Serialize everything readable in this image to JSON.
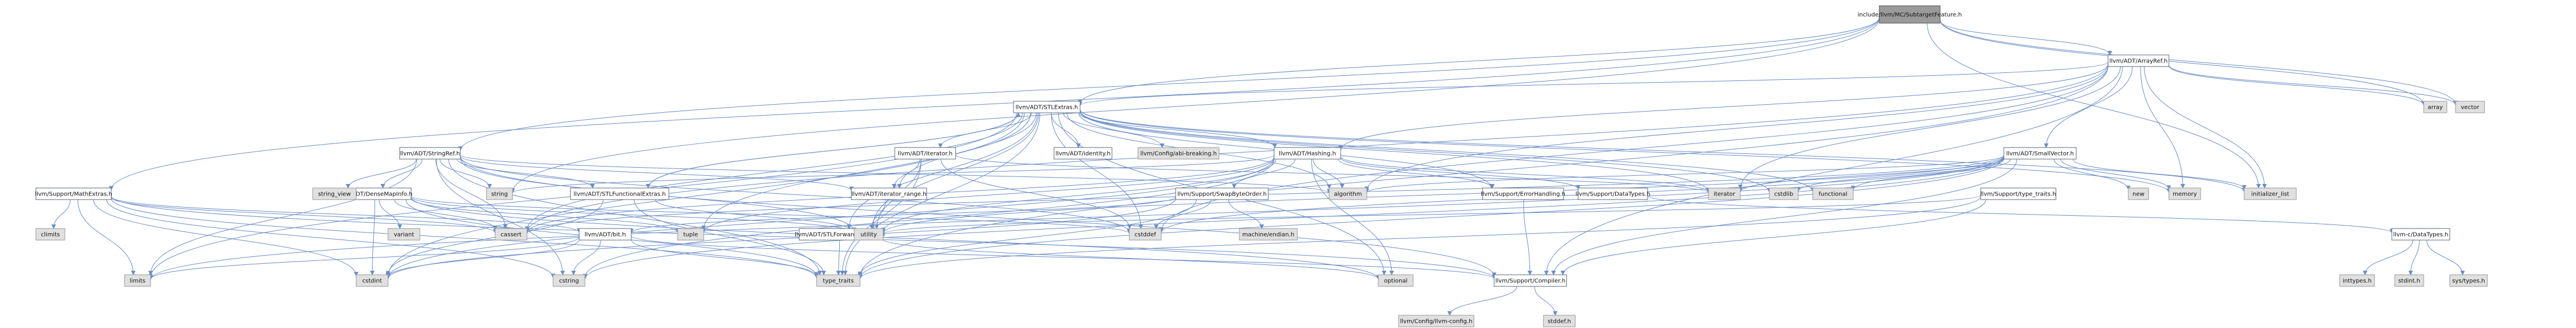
{
  "diagram": {
    "colors": {
      "edge": "#6b8ec8",
      "node_fill": "#ffffff",
      "node_border": "#5d6a7e",
      "external_fill": "#e0e0e0",
      "external_border": "#9a9a9a",
      "root_fill": "#9a9a9a",
      "root_border": "#555555",
      "text": "#111111"
    },
    "nodes": [
      {
        "id": "root",
        "label": [
          "include/llvm/MC/SubtargetFeature.h"
        ],
        "kind": "root"
      },
      {
        "id": "arrayref",
        "label": [
          "llvm/ADT/ArrayRef.h"
        ],
        "kind": "internal"
      },
      {
        "id": "stlextras",
        "label": [
          "llvm/ADT/STLExtras.h"
        ],
        "kind": "internal"
      },
      {
        "id": "stringref",
        "label": [
          "llvm/ADT/StringRef.h"
        ],
        "kind": "internal"
      },
      {
        "id": "mathextras",
        "label": [
          "llvm/Support/MathExtras.h"
        ],
        "kind": "internal"
      },
      {
        "id": "hashing",
        "label": [
          "llvm/ADT/Hashing.h"
        ],
        "kind": "internal"
      },
      {
        "id": "iterator",
        "label": [
          "llvm/ADT/iterator.h"
        ],
        "kind": "internal"
      },
      {
        "id": "identity",
        "label": [
          "llvm/ADT/identity.h"
        ],
        "kind": "internal"
      },
      {
        "id": "abibreaking",
        "label": [
          "llvm/Config/abi-breaking.h"
        ],
        "kind": "external"
      },
      {
        "id": "smallvector",
        "label": [
          "llvm/ADT/SmallVector.h"
        ],
        "kind": "internal"
      },
      {
        "id": "densemapinfo",
        "label": [
          "llvm/ADT/DenseMapInfo.h"
        ],
        "kind": "internal"
      },
      {
        "id": "stlfunctional",
        "label": [
          "llvm/ADT/STLFunctionalExtras.h"
        ],
        "kind": "internal"
      },
      {
        "id": "iterrange",
        "label": [
          "llvm/ADT/iterator_range.h"
        ],
        "kind": "internal"
      },
      {
        "id": "swapbyteorder",
        "label": [
          "llvm/Support/SwapByteOrder.h"
        ],
        "kind": "internal"
      },
      {
        "id": "errorhandling",
        "label": [
          "llvm/Support/ErrorHandling.h"
        ],
        "kind": "internal"
      },
      {
        "id": "datatypes",
        "label": [
          "llvm/Support/DataTypes.h"
        ],
        "kind": "internal"
      },
      {
        "id": "typetraits_h",
        "label": [
          "llvm/Support/type_traits.h"
        ],
        "kind": "internal"
      },
      {
        "id": "bit",
        "label": [
          "llvm/ADT/bit.h"
        ],
        "kind": "internal"
      },
      {
        "id": "stlforward",
        "label": [
          "llvm/ADT/STLForwardCompat.h"
        ],
        "kind": "internal"
      },
      {
        "id": "compiler",
        "label": [
          "llvm/Support/Compiler.h"
        ],
        "kind": "internal"
      },
      {
        "id": "cdatatypes",
        "label": [
          "llvm-c/DataTypes.h"
        ],
        "kind": "internal"
      },
      {
        "id": "llvmconfig",
        "label": [
          "llvm/Config/llvm-config.h"
        ],
        "kind": "external"
      },
      {
        "id": "stddef_h",
        "label": [
          "stddef.h"
        ],
        "kind": "external"
      },
      {
        "id": "inttypes",
        "label": [
          "inttypes.h"
        ],
        "kind": "external"
      },
      {
        "id": "stdint_h",
        "label": [
          "stdint.h"
        ],
        "kind": "external"
      },
      {
        "id": "systypes",
        "label": [
          "sys/types.h"
        ],
        "kind": "external"
      },
      {
        "id": "array",
        "label": [
          "array"
        ],
        "kind": "external"
      },
      {
        "id": "vector",
        "label": [
          "vector"
        ],
        "kind": "external"
      },
      {
        "id": "string",
        "label": [
          "string"
        ],
        "kind": "external"
      },
      {
        "id": "string_view",
        "label": [
          "string_view"
        ],
        "kind": "external"
      },
      {
        "id": "climits",
        "label": [
          "climits"
        ],
        "kind": "external"
      },
      {
        "id": "limits",
        "label": [
          "limits"
        ],
        "kind": "external"
      },
      {
        "id": "cstdint",
        "label": [
          "cstdint"
        ],
        "kind": "external"
      },
      {
        "id": "cstring",
        "label": [
          "cstring"
        ],
        "kind": "external"
      },
      {
        "id": "type_traits",
        "label": [
          "type_traits"
        ],
        "kind": "external"
      },
      {
        "id": "cassert",
        "label": [
          "cassert"
        ],
        "kind": "external"
      },
      {
        "id": "tuple",
        "label": [
          "tuple"
        ],
        "kind": "external"
      },
      {
        "id": "utility",
        "label": [
          "utility"
        ],
        "kind": "external"
      },
      {
        "id": "variant",
        "label": [
          "variant"
        ],
        "kind": "external"
      },
      {
        "id": "optional",
        "label": [
          "optional"
        ],
        "kind": "external"
      },
      {
        "id": "algorithm",
        "label": [
          "algorithm"
        ],
        "kind": "external"
      },
      {
        "id": "cstddef",
        "label": [
          "cstddef"
        ],
        "kind": "external"
      },
      {
        "id": "machineendian",
        "label": [
          "machine/endian.h"
        ],
        "kind": "external"
      },
      {
        "id": "iterator_std",
        "label": [
          "iterator"
        ],
        "kind": "external"
      },
      {
        "id": "cstdlib",
        "label": [
          "cstdlib"
        ],
        "kind": "external"
      },
      {
        "id": "functional",
        "label": [
          "functional"
        ],
        "kind": "external"
      },
      {
        "id": "new",
        "label": [
          "new"
        ],
        "kind": "external"
      },
      {
        "id": "memory",
        "label": [
          "memory"
        ],
        "kind": "external"
      },
      {
        "id": "initializer_list",
        "label": [
          "initializer_list"
        ],
        "kind": "external"
      }
    ],
    "edges": [
      [
        "root",
        "arrayref"
      ],
      [
        "root",
        "stlextras"
      ],
      [
        "root",
        "stringref"
      ],
      [
        "root",
        "mathextras"
      ],
      [
        "root",
        "string"
      ],
      [
        "root",
        "array"
      ],
      [
        "root",
        "vector"
      ],
      [
        "root",
        "initializer_list"
      ],
      [
        "arrayref",
        "hashing"
      ],
      [
        "arrayref",
        "smallvector"
      ],
      [
        "arrayref",
        "stlextras"
      ],
      [
        "arrayref",
        "compiler"
      ],
      [
        "arrayref",
        "algorithm"
      ],
      [
        "arrayref",
        "array"
      ],
      [
        "arrayref",
        "cassert"
      ],
      [
        "arrayref",
        "cstddef"
      ],
      [
        "arrayref",
        "initializer_list"
      ],
      [
        "arrayref",
        "iterator_std"
      ],
      [
        "arrayref",
        "memory"
      ],
      [
        "arrayref",
        "type_traits"
      ],
      [
        "arrayref",
        "vector"
      ],
      [
        "stlextras",
        "hashing"
      ],
      [
        "stlextras",
        "stlforward"
      ],
      [
        "stlextras",
        "stlfunctional"
      ],
      [
        "stlextras",
        "iterator"
      ],
      [
        "stlextras",
        "iterrange"
      ],
      [
        "stlextras",
        "identity"
      ],
      [
        "stlextras",
        "abibreaking"
      ],
      [
        "stlextras",
        "errorhandling"
      ],
      [
        "stlextras",
        "algorithm"
      ],
      [
        "stlextras",
        "cassert"
      ],
      [
        "stlextras",
        "cstddef"
      ],
      [
        "stlextras",
        "cstdint"
      ],
      [
        "stlextras",
        "cstdlib"
      ],
      [
        "stlextras",
        "functional"
      ],
      [
        "stlextras",
        "initializer_list"
      ],
      [
        "stlextras",
        "iterator_std"
      ],
      [
        "stlextras",
        "limits"
      ],
      [
        "stlextras",
        "memory"
      ],
      [
        "stlextras",
        "optional"
      ],
      [
        "stlextras",
        "tuple"
      ],
      [
        "stlextras",
        "type_traits"
      ],
      [
        "stlextras",
        "utility"
      ],
      [
        "stringref",
        "densemapinfo"
      ],
      [
        "stringref",
        "iterrange"
      ],
      [
        "stringref",
        "compiler"
      ],
      [
        "stringref",
        "algorithm"
      ],
      [
        "stringref",
        "cassert"
      ],
      [
        "stringref",
        "cstddef"
      ],
      [
        "stringref",
        "cstring"
      ],
      [
        "stringref",
        "limits"
      ],
      [
        "stringref",
        "string"
      ],
      [
        "stringref",
        "string_view"
      ],
      [
        "stringref",
        "type_traits"
      ],
      [
        "stringref",
        "utility"
      ],
      [
        "stringref",
        "stlfunctional"
      ],
      [
        "mathextras",
        "bit"
      ],
      [
        "mathextras",
        "compiler"
      ],
      [
        "mathextras",
        "cassert"
      ],
      [
        "mathextras",
        "climits"
      ],
      [
        "mathextras",
        "cstdint"
      ],
      [
        "mathextras",
        "cstring"
      ],
      [
        "mathextras",
        "limits"
      ],
      [
        "mathextras",
        "type_traits"
      ],
      [
        "hashing",
        "errorhandling"
      ],
      [
        "hashing",
        "swapbyteorder"
      ],
      [
        "hashing",
        "type_traits_h"
      ],
      [
        "hashing",
        "algorithm"
      ],
      [
        "hashing",
        "cassert"
      ],
      [
        "hashing",
        "cstring"
      ],
      [
        "hashing",
        "optional"
      ],
      [
        "hashing",
        "string"
      ],
      [
        "hashing",
        "tuple"
      ],
      [
        "hashing",
        "utility"
      ],
      [
        "hashing",
        "datatypes"
      ],
      [
        "hashing",
        "iterator_std"
      ],
      [
        "hashing",
        "cstdint"
      ],
      [
        "iterator",
        "iterrange"
      ],
      [
        "iterator",
        "cstddef"
      ],
      [
        "iterator",
        "iterator_std"
      ],
      [
        "iterator",
        "type_traits"
      ],
      [
        "iterator",
        "utility"
      ],
      [
        "smallvector",
        "compiler"
      ],
      [
        "smallvector",
        "type_traits_h"
      ],
      [
        "smallvector",
        "algorithm"
      ],
      [
        "smallvector",
        "cassert"
      ],
      [
        "smallvector",
        "cstddef"
      ],
      [
        "smallvector",
        "cstdlib"
      ],
      [
        "smallvector",
        "cstring"
      ],
      [
        "smallvector",
        "functional"
      ],
      [
        "smallvector",
        "initializer_list"
      ],
      [
        "smallvector",
        "iterator_std"
      ],
      [
        "smallvector",
        "limits"
      ],
      [
        "smallvector",
        "memory"
      ],
      [
        "smallvector",
        "new"
      ],
      [
        "smallvector",
        "type_traits"
      ],
      [
        "smallvector",
        "utility"
      ],
      [
        "densemapinfo",
        "cassert"
      ],
      [
        "densemapinfo",
        "cstddef"
      ],
      [
        "densemapinfo",
        "cstdint"
      ],
      [
        "densemapinfo",
        "tuple"
      ],
      [
        "densemapinfo",
        "type_traits"
      ],
      [
        "densemapinfo",
        "utility"
      ],
      [
        "densemapinfo",
        "variant"
      ],
      [
        "densemapinfo",
        "optional"
      ],
      [
        "stlfunctional",
        "stlextras"
      ],
      [
        "stlfunctional",
        "cstdint"
      ],
      [
        "stlfunctional",
        "type_traits"
      ],
      [
        "stlfunctional",
        "utility"
      ],
      [
        "iterrange",
        "utility"
      ],
      [
        "swapbyteorder",
        "bit"
      ],
      [
        "swapbyteorder",
        "cstddef"
      ],
      [
        "swapbyteorder",
        "cstdint"
      ],
      [
        "swapbyteorder",
        "type_traits"
      ],
      [
        "swapbyteorder",
        "machineendian"
      ],
      [
        "errorhandling",
        "compiler"
      ],
      [
        "datatypes",
        "cdatatypes"
      ],
      [
        "typetraits_h",
        "compiler"
      ],
      [
        "typetraits_h",
        "type_traits"
      ],
      [
        "typetraits_h",
        "utility"
      ],
      [
        "bit",
        "compiler"
      ],
      [
        "bit",
        "cstdint"
      ],
      [
        "bit",
        "limits"
      ],
      [
        "bit",
        "type_traits"
      ],
      [
        "bit",
        "cstring"
      ],
      [
        "stlforward",
        "optional"
      ],
      [
        "stlforward",
        "type_traits"
      ],
      [
        "compiler",
        "llvmconfig"
      ],
      [
        "compiler",
        "stddef_h"
      ],
      [
        "cdatatypes",
        "inttypes"
      ],
      [
        "cdatatypes",
        "stdint_h"
      ],
      [
        "cdatatypes",
        "systypes"
      ]
    ]
  }
}
